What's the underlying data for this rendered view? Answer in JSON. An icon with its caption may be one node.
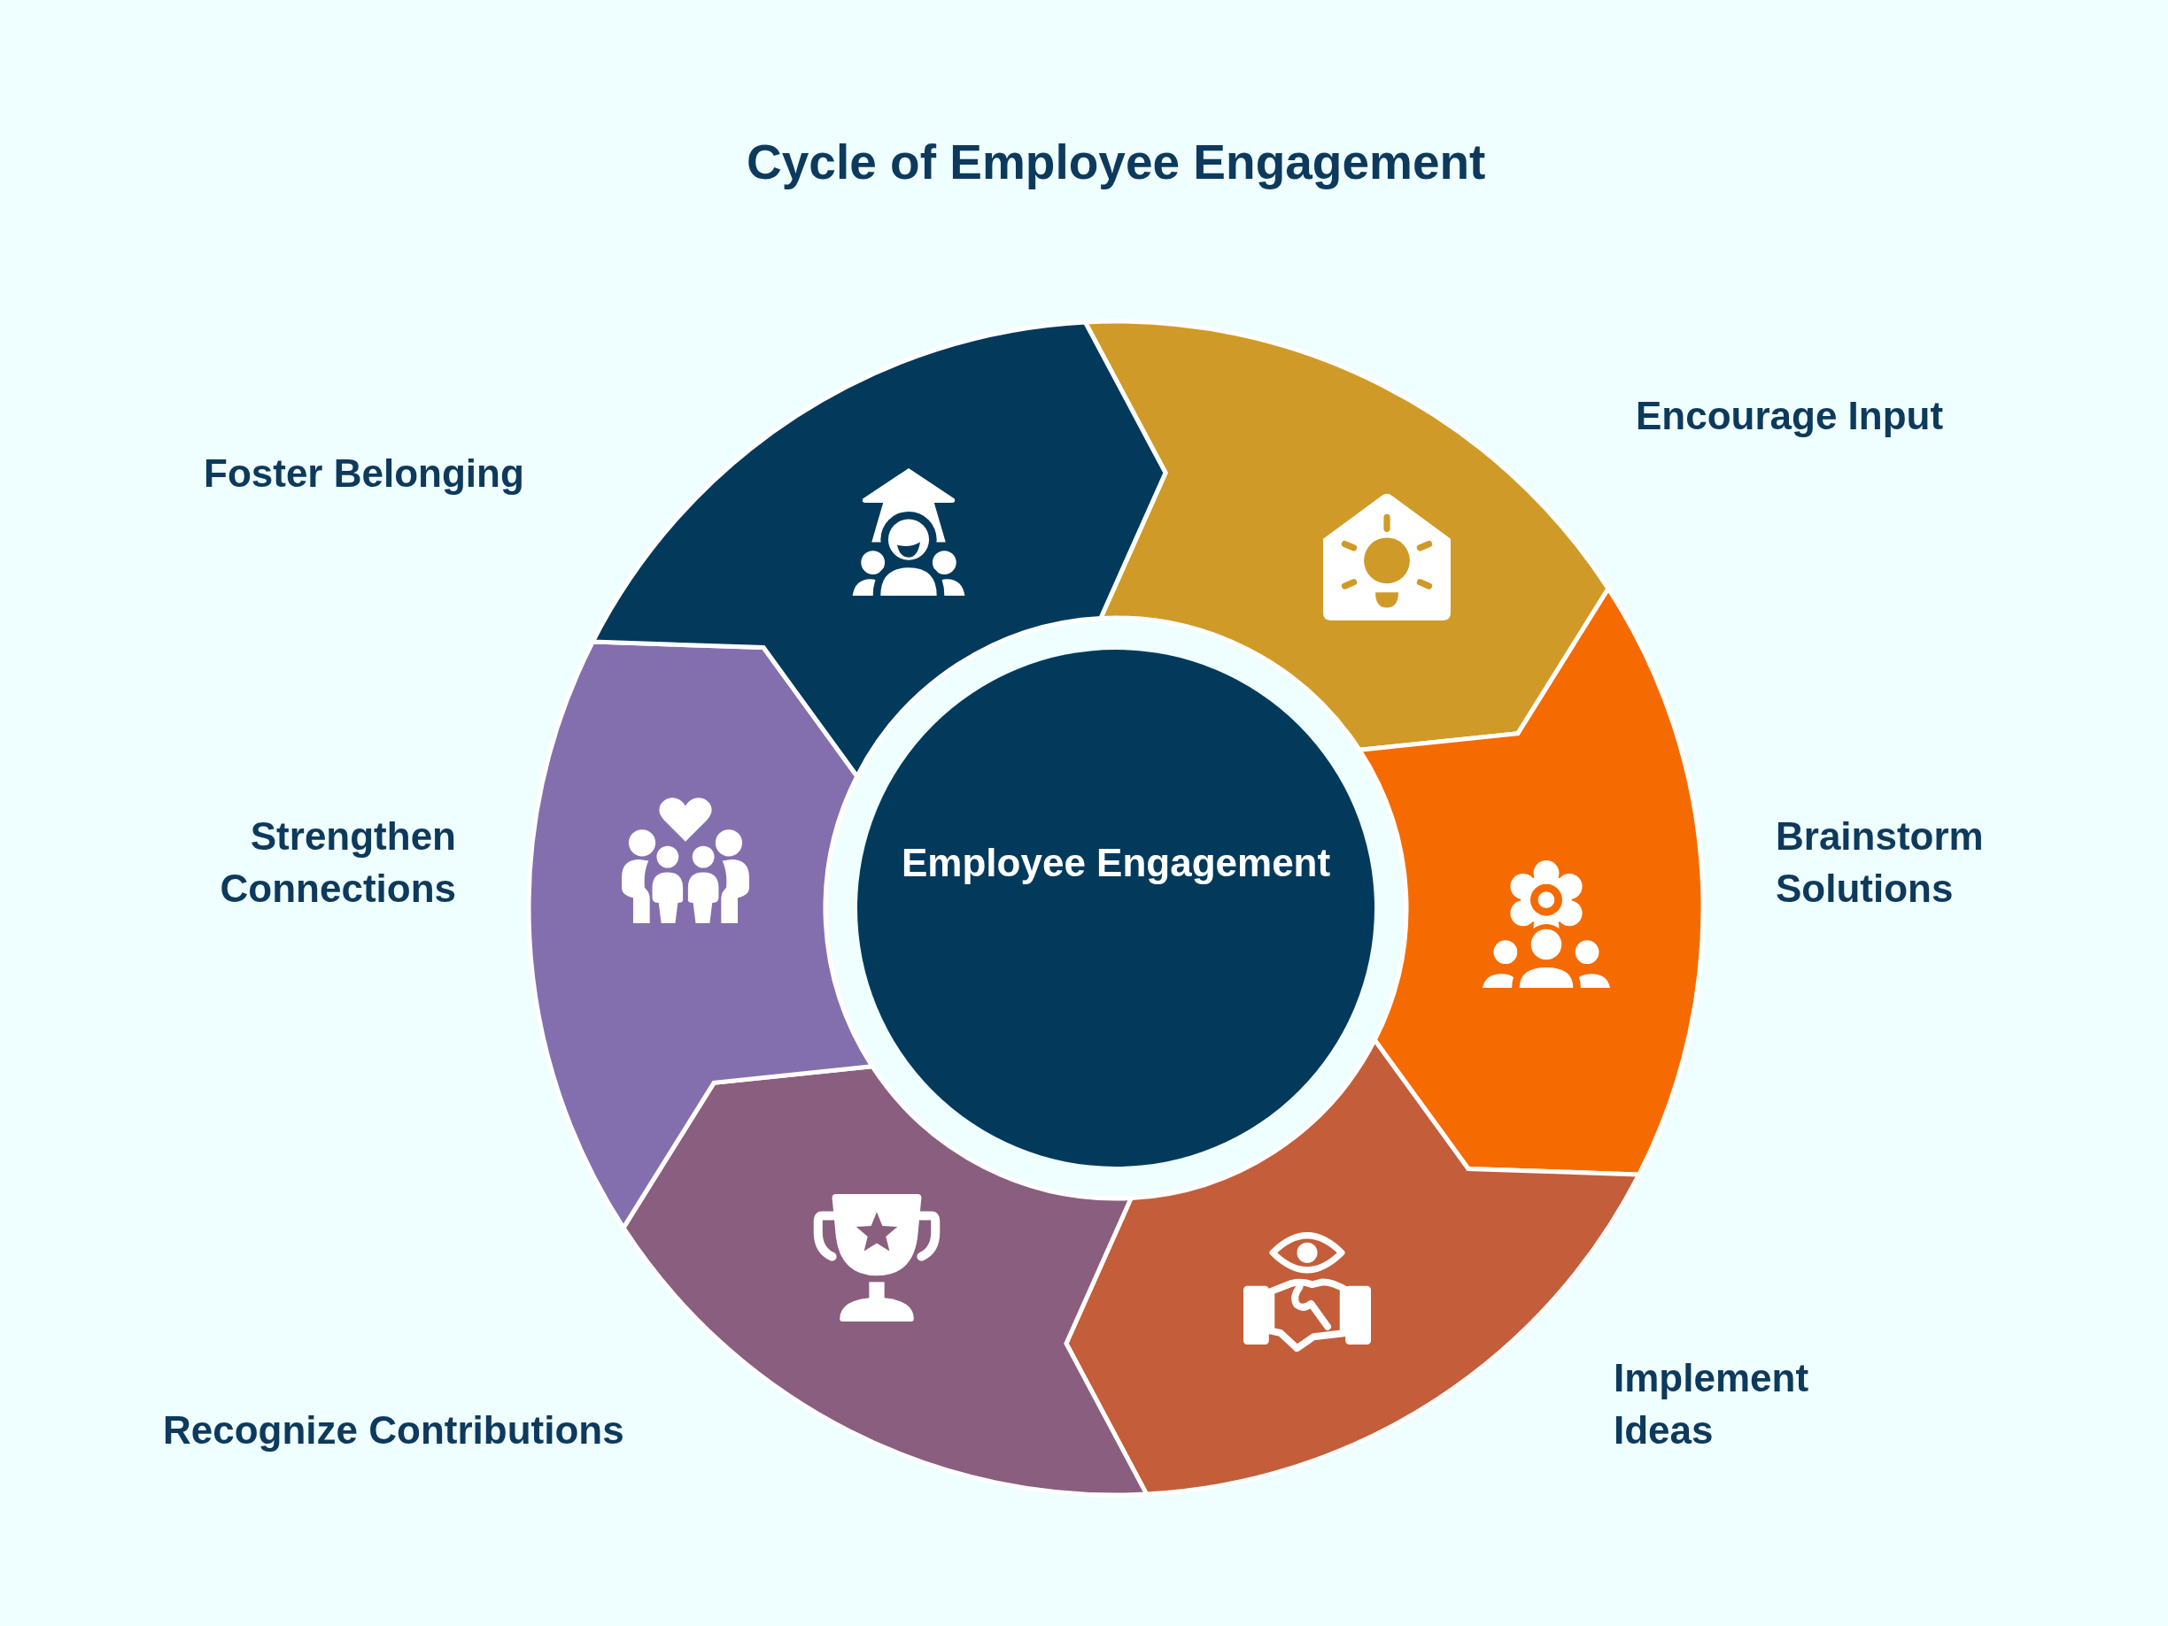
{
  "diagram": {
    "title": "Cycle of Employee Engagement",
    "nodes": [
      {
        "text": [
          "Employee Engagement"
        ]
      },
      {
        "text": [
          "Encourage Input"
        ]
      },
      {
        "text": [
          "Brainstorm Solutions"
        ]
      },
      {
        "text": [
          "Implement Ideas"
        ]
      },
      {
        "text": [
          "Recognize Contributions"
        ]
      },
      {
        "text": [
          "Strengthen Connections"
        ]
      },
      {
        "text": [
          "Foster Belonging"
        ]
      }
    ]
  }
}
